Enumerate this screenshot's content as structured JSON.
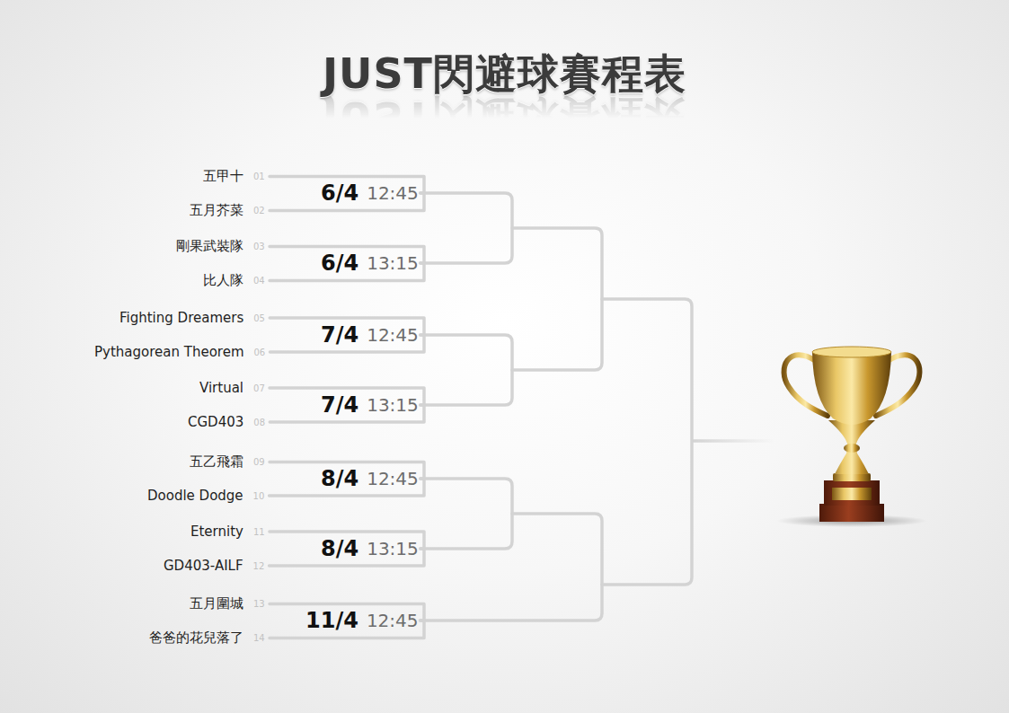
{
  "diagram": {
    "title": "JUST閃避球賽程表",
    "nodes": [
      {
        "text": [
          "五甲十",
          "01"
        ]
      },
      {
        "text": [
          "五月芥菜",
          "02"
        ]
      },
      {
        "text": [
          "剛果武裝隊",
          "03"
        ]
      },
      {
        "text": [
          "比人隊",
          "04"
        ]
      },
      {
        "text": [
          "Fighting Dreamers",
          "05"
        ]
      },
      {
        "text": [
          "Pythagorean Theorem",
          "06"
        ]
      },
      {
        "text": [
          "Virtual",
          "07"
        ]
      },
      {
        "text": [
          "CGD403",
          "08"
        ]
      },
      {
        "text": [
          "五乙飛霜",
          "09"
        ]
      },
      {
        "text": [
          "Doodle Dodge",
          "10"
        ]
      },
      {
        "text": [
          "Eternity",
          "11"
        ]
      },
      {
        "text": [
          "GD403-AILF",
          "12"
        ]
      },
      {
        "text": [
          "五月圍城",
          "13"
        ]
      },
      {
        "text": [
          "爸爸的花兒落了",
          "14"
        ]
      },
      {
        "text": [
          "6/4",
          "12:45"
        ]
      },
      {
        "text": [
          "6/4",
          "13:15"
        ]
      },
      {
        "text": [
          "7/4",
          "12:45"
        ]
      },
      {
        "text": [
          "7/4",
          "13:15"
        ]
      },
      {
        "text": [
          "8/4",
          "12:45"
        ]
      },
      {
        "text": [
          "8/4",
          "13:15"
        ]
      },
      {
        "text": [
          "11/4",
          "12:45"
        ]
      }
    ],
    "edges": [
      {
        "from": 0,
        "to": 14,
        "arrow": "none"
      },
      {
        "from": 1,
        "to": 14,
        "arrow": "none"
      },
      {
        "from": 2,
        "to": 15,
        "arrow": "none"
      },
      {
        "from": 3,
        "to": 15,
        "arrow": "none"
      },
      {
        "from": 4,
        "to": 16,
        "arrow": "none"
      },
      {
        "from": 5,
        "to": 16,
        "arrow": "none"
      },
      {
        "from": 6,
        "to": 17,
        "arrow": "none"
      },
      {
        "from": 7,
        "to": 17,
        "arrow": "none"
      },
      {
        "from": 8,
        "to": 18,
        "arrow": "none"
      },
      {
        "from": 9,
        "to": 18,
        "arrow": "none"
      },
      {
        "from": 10,
        "to": 19,
        "arrow": "none"
      },
      {
        "from": 11,
        "to": 19,
        "arrow": "none"
      },
      {
        "from": 12,
        "to": 20,
        "arrow": "none"
      },
      {
        "from": 13,
        "to": 20,
        "arrow": "none"
      }
    ]
  }
}
